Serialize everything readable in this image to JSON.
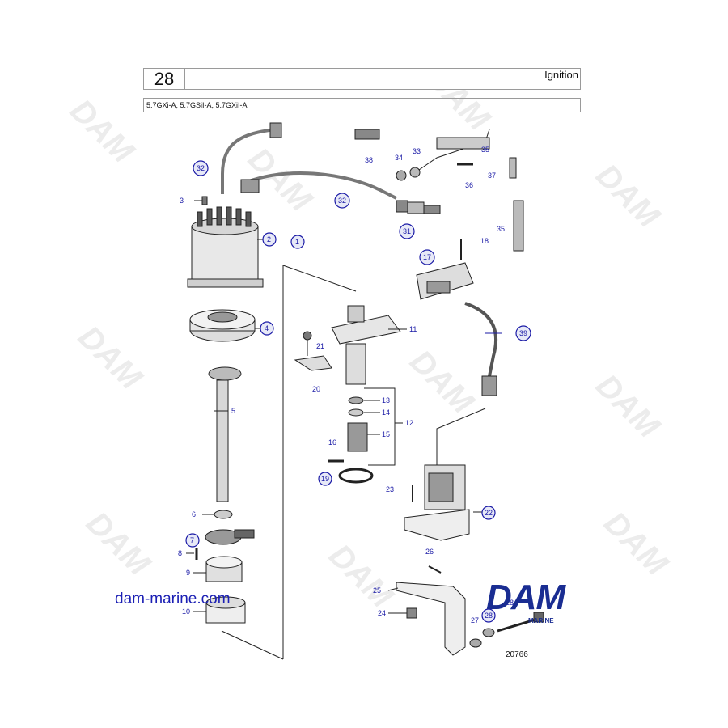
{
  "header": {
    "page_number": "28",
    "title": "Ignition"
  },
  "subheader": {
    "models": "5.7GXi-A, 5.7GSiI-A, 5.7GXiI-A"
  },
  "footer": {
    "website": "dam-marine.com",
    "figure_number": "20766"
  },
  "logo": {
    "text": "DAM",
    "subtext": "MARINE"
  },
  "watermark": {
    "text": "DAM"
  },
  "callouts": {
    "c1": "1",
    "c2": "2",
    "c3": "3",
    "c4": "4",
    "c5": "5",
    "c6": "6",
    "c7": "7",
    "c8": "8",
    "c9": "9",
    "c10": "10",
    "c11": "11",
    "c12": "12",
    "c13": "13",
    "c14": "14",
    "c15": "15",
    "c16": "16",
    "c17": "17",
    "c18": "18",
    "c19": "19",
    "c20": "20",
    "c21": "21",
    "c22": "22",
    "c23": "23",
    "c24": "24",
    "c25": "25",
    "c26": "26",
    "c27": "27",
    "c28a": "28",
    "c28b": "28",
    "c31": "31",
    "c32a": "32",
    "c32b": "32",
    "c33": "33",
    "c34": "34",
    "c35a": "35",
    "c35b": "35",
    "c36": "36",
    "c37": "37",
    "c38": "38",
    "c39": "39"
  }
}
